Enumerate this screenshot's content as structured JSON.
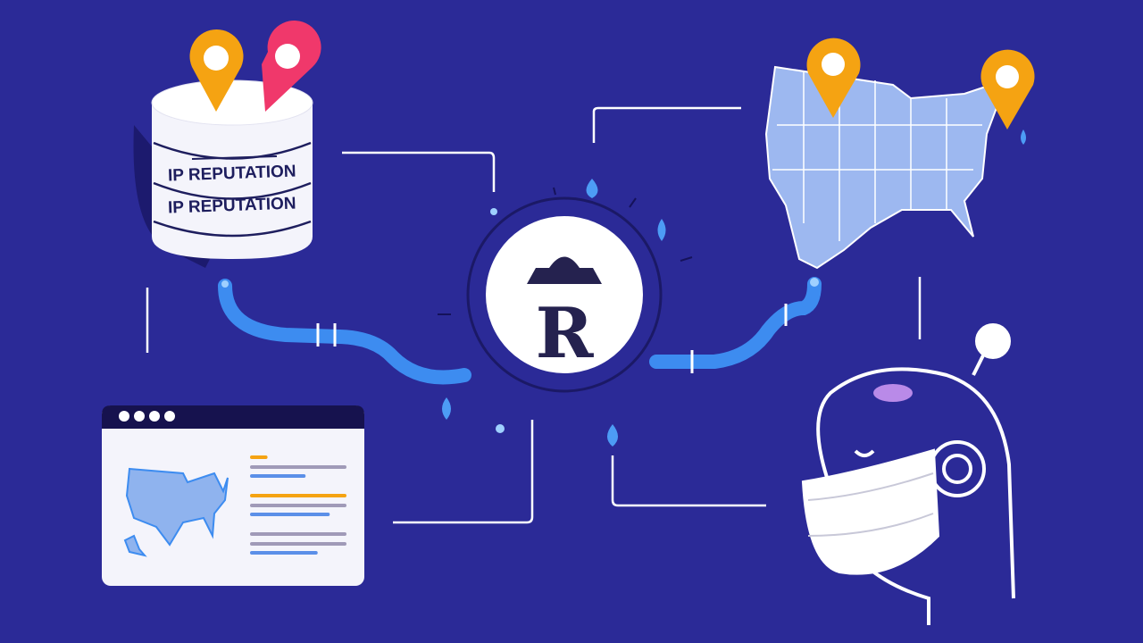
{
  "database": {
    "label_top": "IP REPUTATION",
    "label_bottom": "IP REPUTATION"
  },
  "center_logo": {
    "letter": "R"
  },
  "browser_window": {
    "dots": 4,
    "lines": [
      {
        "color": "#f5a312",
        "fill": 0.15
      },
      {
        "color": "#a09ab8",
        "fill": 1.0
      },
      {
        "color": "#5b8fe8",
        "fill": 0.56
      },
      {
        "color": "#f5a312",
        "fill": 1.0
      },
      {
        "color": "#a09ab8",
        "fill": 1.0
      },
      {
        "color": "#5b8fe8",
        "fill": 0.82
      },
      {
        "color": "#a09ab8",
        "fill": 1.0
      },
      {
        "color": "#a09ab8",
        "fill": 1.0
      },
      {
        "color": "#5b8fe8",
        "fill": 0.69
      }
    ]
  },
  "colors": {
    "background": "#2b2a97",
    "pin_orange": "#f5a312",
    "pin_red": "#f0386b",
    "pipe_blue": "#3d8cf0",
    "map_blue": "#9db8f0",
    "panel_white": "#f4f4fb"
  }
}
